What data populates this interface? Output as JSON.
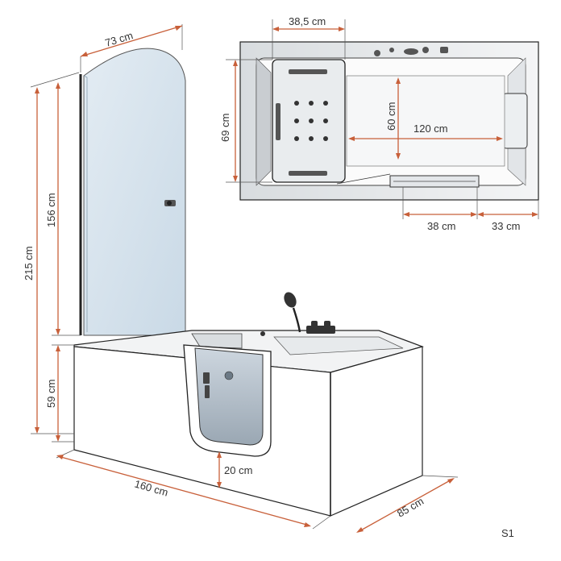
{
  "labels": {
    "screen_width": "73 cm",
    "total_height": "215 cm",
    "screen_height": "156 cm",
    "tub_height": "59 cm",
    "tub_length": "160 cm",
    "tub_width": "85 cm",
    "step_height": "20 cm",
    "seat_width": "38,5 cm",
    "inner_width": "69 cm",
    "inner_depth": "60 cm",
    "inner_length": "120 cm",
    "door_width": "38 cm",
    "end_distance": "33 cm",
    "figure_id": "S1"
  },
  "colors": {
    "dimension": "#c8603a",
    "glass": "#d6e4ee",
    "outline": "#222222"
  },
  "icons": [
    "shower-head-icon",
    "faucet-icon",
    "massage-jet-icon",
    "door-handle-icon"
  ]
}
